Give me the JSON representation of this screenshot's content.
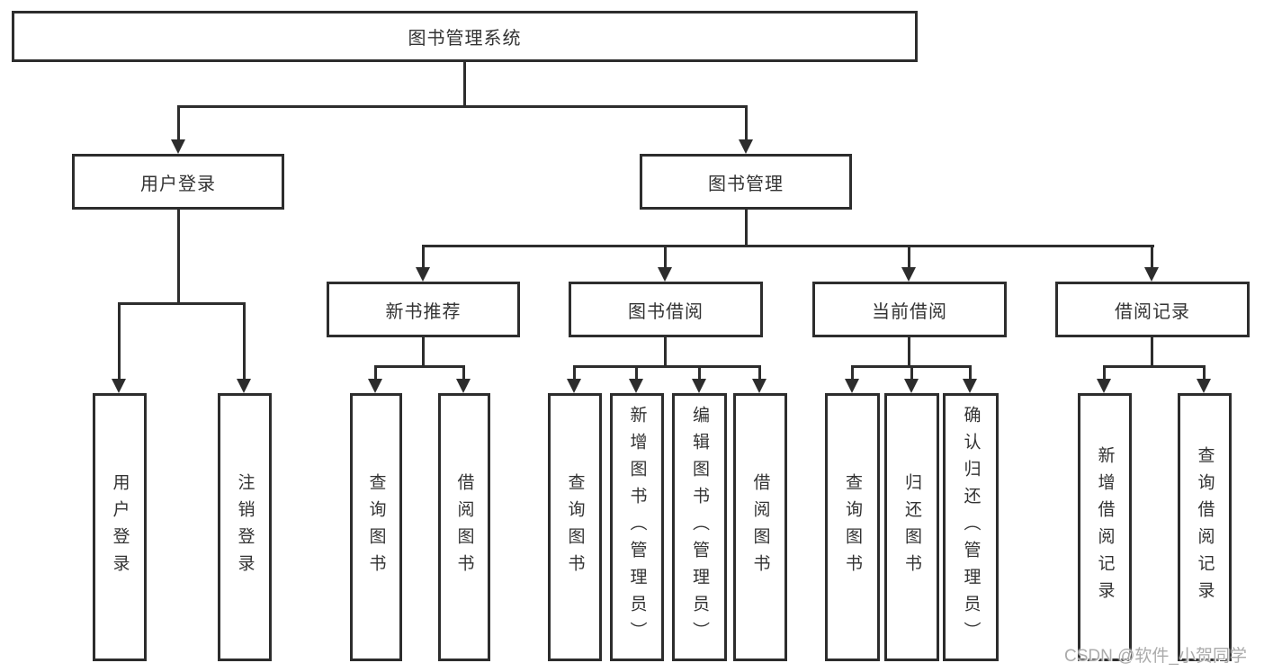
{
  "nodes": {
    "root": "图书管理系统",
    "userLogin": "用户登录",
    "bookMgmt": "图书管理",
    "newBook": "新书推荐",
    "bookBorrow": "图书借阅",
    "currentBorrow": "当前借阅",
    "borrowRecord": "借阅记录"
  },
  "leaves": {
    "userLogin": [
      "用户登录",
      "注销登录"
    ],
    "newBook": [
      "查询图书",
      "借阅图书"
    ],
    "bookBorrow": [
      "查询图书",
      "新增图书（管理员）",
      "编辑图书（管理员）",
      "借阅图书"
    ],
    "currentBorrow": [
      "查询图书",
      "归还图书",
      "确认归还（管理员）"
    ],
    "borrowRecord": [
      "新增借阅记录",
      "查询借阅记录"
    ]
  },
  "watermark": "CSDN @软件_小贺同学",
  "colors": {
    "line": "#2d2d2d",
    "text": "#333333",
    "watermark": "#ababab",
    "background": "#ffffff"
  }
}
